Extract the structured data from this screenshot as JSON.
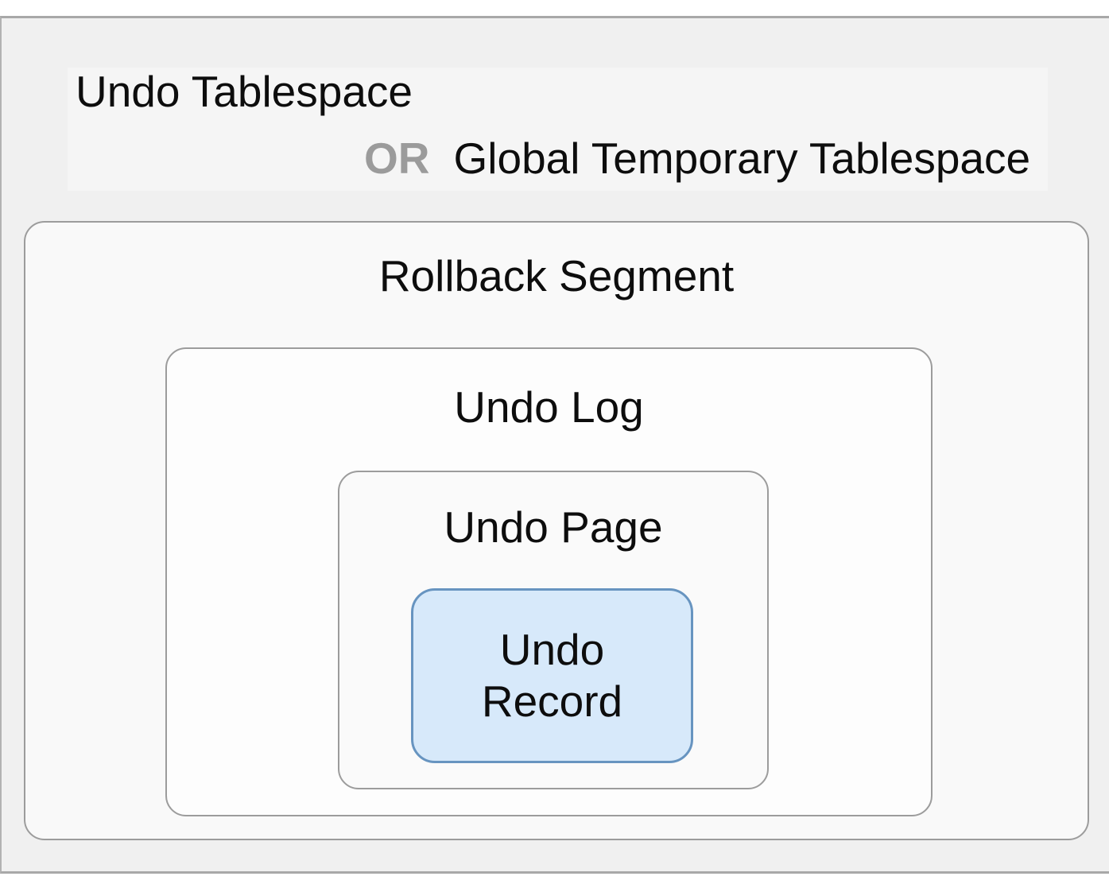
{
  "diagram": {
    "title_primary": "Undo Tablespace",
    "or_label": "OR",
    "title_alternative": "Global Temporary Tablespace",
    "boxes": {
      "rollback_segment": {
        "label": "Rollback Segment"
      },
      "undo_log": {
        "label": "Undo Log"
      },
      "undo_page": {
        "label": "Undo Page"
      },
      "undo_record": {
        "label_line1": "Undo",
        "label_line2": "Record"
      }
    },
    "colors": {
      "record_fill": "#d7e9fa",
      "record_border": "#6794c0",
      "box_border": "#9c9c9c",
      "or_label": "#9b9b9b",
      "text": "#0d0d0d"
    }
  }
}
